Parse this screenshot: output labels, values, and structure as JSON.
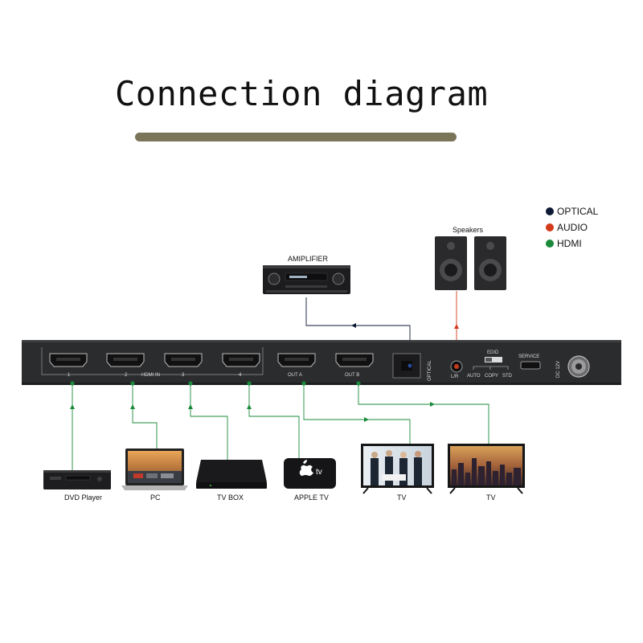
{
  "title": "Connection diagram",
  "legend": [
    {
      "label": "OPTICAL",
      "color": "#0d1a33"
    },
    {
      "label": "AUDIO",
      "color": "#d23a1a"
    },
    {
      "label": "HDMI",
      "color": "#1a8a3a"
    }
  ],
  "device": {
    "ports": {
      "in1": "1",
      "in2": "2",
      "hdmi_in": "HDMI IN",
      "in3": "3",
      "in4": "4",
      "out_a": "OUT A",
      "out_b": "OUT B",
      "optical": "OPTICAL",
      "lr": "L/R",
      "edid": "EDID",
      "edid_auto": "AUTO",
      "edid_copy": "COPY",
      "edid_std": "STD",
      "service": "SERVICE",
      "dc": "DC 12V"
    }
  },
  "peripherals": {
    "amplifier": "AMIPLIFIER",
    "speakers": "Speakers",
    "dvd": "DVD Player",
    "pc": "PC",
    "tvbox": "TV BOX",
    "appletv": "APPLE TV",
    "tv1": "TV",
    "tv2": "TV"
  },
  "colors": {
    "device_body": "#2b2c2e",
    "cable_hdmi": "#1a8a3a",
    "cable_audio": "#d23a1a",
    "cable_optical": "#0d1a33",
    "title_bar": "#7a7458"
  }
}
